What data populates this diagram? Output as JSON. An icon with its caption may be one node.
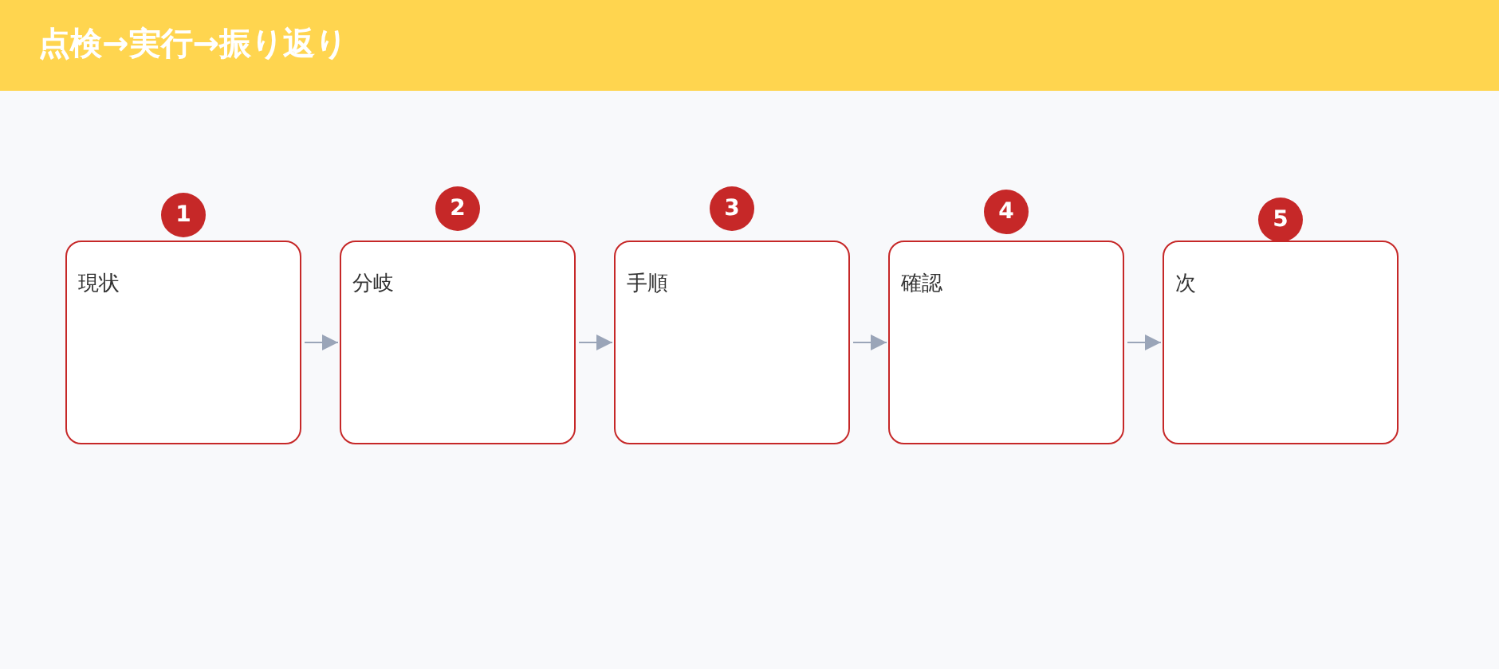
{
  "diagram": {
    "title": "点検→実行→振り返り",
    "nodes": [
      {
        "text": [
          "現状"
        ],
        "beside": [
          "1"
        ]
      },
      {
        "text": [
          "分岐"
        ],
        "beside": [
          "2"
        ]
      },
      {
        "text": [
          "手順"
        ],
        "beside": [
          "3"
        ]
      },
      {
        "text": [
          "確認"
        ],
        "beside": [
          "4"
        ]
      },
      {
        "text": [
          "次"
        ],
        "beside": [
          "5"
        ]
      }
    ],
    "edges": [
      {
        "from": 0,
        "to": 1,
        "arrow": "to"
      },
      {
        "from": 1,
        "to": 2,
        "arrow": "to"
      },
      {
        "from": 2,
        "to": 3,
        "arrow": "to"
      },
      {
        "from": 3,
        "to": 4,
        "arrow": "to"
      }
    ]
  }
}
